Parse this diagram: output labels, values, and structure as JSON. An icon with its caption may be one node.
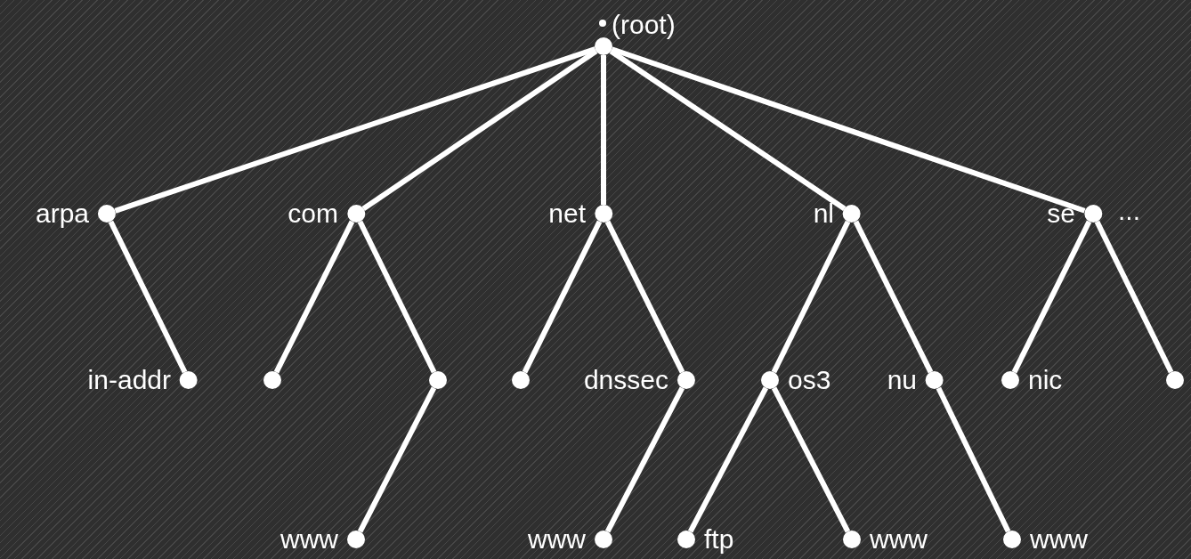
{
  "diagram": {
    "nodes": [
      {
        "text": [
          "(root)"
        ]
      },
      {
        "text": [
          "arpa"
        ]
      },
      {
        "text": [
          "com"
        ]
      },
      {
        "text": [
          "net"
        ]
      },
      {
        "text": [
          "nl"
        ]
      },
      {
        "text": [
          "se"
        ]
      },
      {
        "text": [
          "in-addr"
        ]
      },
      {
        "text": [],
        "shape": "circle"
      },
      {
        "text": [],
        "shape": "circle"
      },
      {
        "text": [],
        "shape": "circle"
      },
      {
        "text": [
          "dnssec"
        ]
      },
      {
        "text": [
          "os3"
        ]
      },
      {
        "text": [
          "nu"
        ]
      },
      {
        "text": [
          "nic"
        ]
      },
      {
        "text": [],
        "shape": "circle"
      },
      {
        "text": [
          "www"
        ]
      },
      {
        "text": [
          "www"
        ]
      },
      {
        "text": [
          "ftp"
        ]
      },
      {
        "text": [
          "www"
        ]
      },
      {
        "text": [
          "www"
        ]
      }
    ],
    "edges": [
      {
        "from": 0,
        "to": 1,
        "arrow": "none"
      },
      {
        "from": 0,
        "to": 2,
        "arrow": "none"
      },
      {
        "from": 0,
        "to": 3,
        "arrow": "none"
      },
      {
        "from": 0,
        "to": 4,
        "arrow": "none"
      },
      {
        "from": 0,
        "to": 5,
        "arrow": "none"
      },
      {
        "from": 1,
        "to": 6,
        "arrow": "none"
      },
      {
        "from": 2,
        "to": 7,
        "arrow": "none"
      },
      {
        "from": 2,
        "to": 8,
        "arrow": "none"
      },
      {
        "from": 8,
        "to": 15,
        "arrow": "none"
      },
      {
        "from": 3,
        "to": 9,
        "arrow": "none"
      },
      {
        "from": 3,
        "to": 10,
        "arrow": "none"
      },
      {
        "from": 10,
        "to": 16,
        "arrow": "none"
      },
      {
        "from": 4,
        "to": 11,
        "arrow": "none"
      },
      {
        "from": 4,
        "to": 12,
        "arrow": "none"
      },
      {
        "from": 11,
        "to": 17,
        "arrow": "none"
      },
      {
        "from": 11,
        "to": 18,
        "arrow": "none"
      },
      {
        "from": 12,
        "to": 19,
        "arrow": "none"
      },
      {
        "from": 5,
        "to": 13,
        "arrow": "none"
      },
      {
        "from": 5,
        "to": 14,
        "arrow": "none"
      }
    ],
    "labels": [
      "..."
    ]
  }
}
